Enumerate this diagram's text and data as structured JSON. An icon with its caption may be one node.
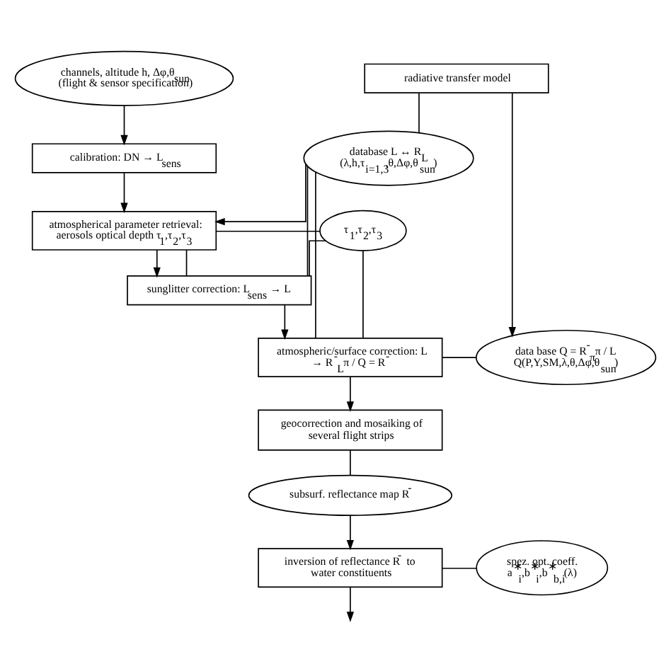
{
  "diagram": {
    "nodes": [
      {
        "text": [
          "channels, altitude h, Δφ,θ$_{sun}$ (flight & sensor specification)"
        ]
      },
      {
        "text": [
          "radiative transfer model"
        ]
      },
      {
        "text": [
          "calibration: DN → L$_{sens}$"
        ]
      },
      {
        "text": [
          "database L ↔ R$_{L}$",
          "(λ,h,τ$_{i=1,3}$,θ,Δφ,θ$_{sun}$)"
        ]
      },
      {
        "text": [
          "atmospherical parameter retrieval: aerosols optical depth τ$_{1}$,τ$_{2}$,τ$_{3}$"
        ]
      },
      {
        "text": [
          "τ$_{1}$,τ$_{2}$,τ$_{3}$"
        ]
      },
      {
        "text": [
          "sunglitter correction: L$_{sens}$ → L"
        ]
      },
      {
        "text": [
          "atmospheric/surface correction: L → R$^{-}$$_{L}$π / Q = R$^{-}$"
        ]
      },
      {
        "text": [
          "data base Q = R$^{-}$$_{π}$π / L",
          "Q(P,Y,SM,λ,θ,Δφ,θ$_{sun}$)"
        ]
      },
      {
        "text": [
          "geocorrection and mosaiking of several flight strips"
        ]
      },
      {
        "text": [
          "subsurf. reflectance map R$^{-}$"
        ]
      },
      {
        "text": [
          "inversion of reflectance R$^{-}$ to water constituents"
        ]
      },
      {
        "text": [
          "spez. opt. coeff.",
          "a$^{∗}$$_{i}$,b$^{∗}$$_{i}$,b$^{∗}$$_{b,i}$(λ)"
        ]
      }
    ],
    "edges": [
      {
        "from": 0,
        "to": 2,
        "arrow": "to"
      },
      {
        "from": 1,
        "to": 3,
        "arrow": "none"
      },
      {
        "from": 1,
        "to": 8,
        "arrow": "to"
      },
      {
        "from": 2,
        "to": 4,
        "arrow": "to"
      },
      {
        "from": 3,
        "to": 4,
        "arrow": "to"
      },
      {
        "from": 4,
        "to": 5,
        "arrow": "none"
      },
      {
        "from": 5,
        "to": 6,
        "arrow": "none"
      },
      {
        "from": 5,
        "to": 7,
        "arrow": "none"
      },
      {
        "from": 3,
        "to": 6,
        "arrow": "none"
      },
      {
        "from": 3,
        "to": 7,
        "arrow": "none"
      },
      {
        "from": 4,
        "to": 6,
        "arrow": "to"
      },
      {
        "from": 4,
        "to": 6,
        "arrow": "none"
      },
      {
        "from": 6,
        "to": 7,
        "arrow": "to"
      },
      {
        "from": 7,
        "to": 8,
        "arrow": "none"
      },
      {
        "from": 7,
        "to": 9,
        "arrow": "to"
      },
      {
        "from": 9,
        "to": 10,
        "arrow": "none"
      },
      {
        "from": 10,
        "to": 11,
        "arrow": "to"
      },
      {
        "from": 11,
        "to": 12,
        "arrow": "none"
      },
      {
        "from": 11,
        "to": null,
        "arrow": "to"
      }
    ]
  }
}
